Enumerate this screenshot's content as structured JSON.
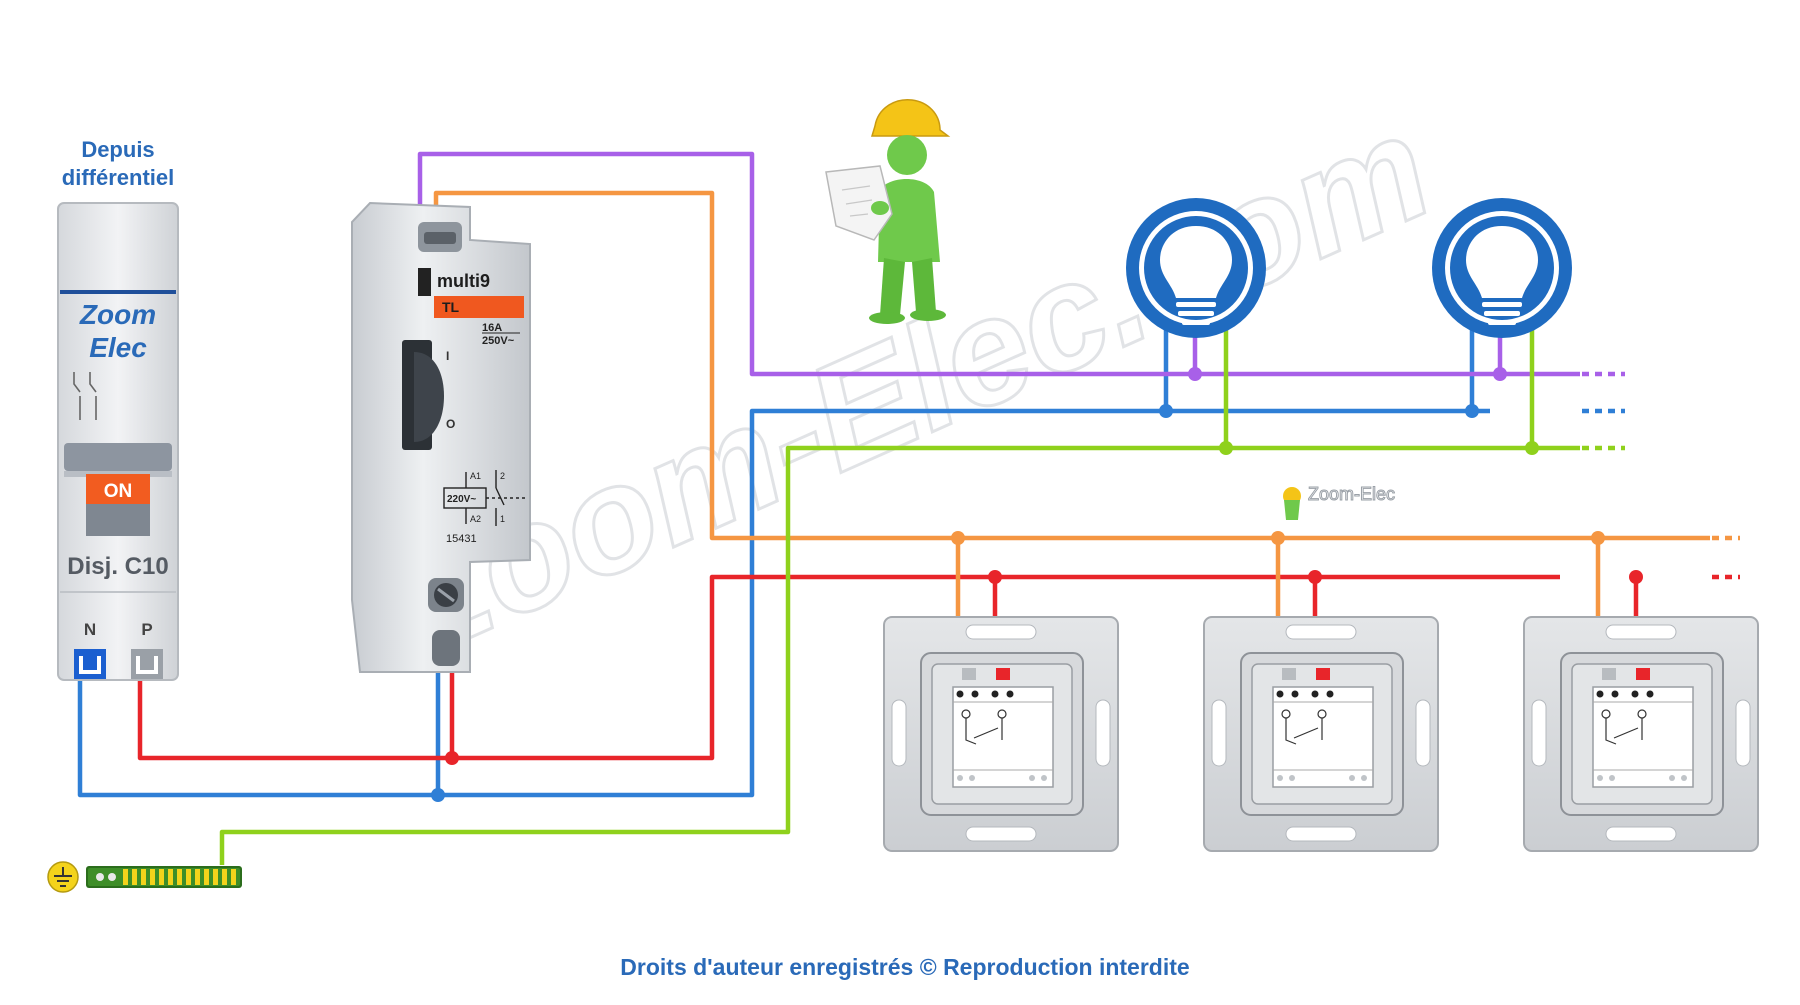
{
  "source": {
    "line1": "Depuis",
    "line2": "différentiel"
  },
  "breaker": {
    "brand_line1": "Zoom",
    "brand_line2": "Elec",
    "state": "ON",
    "rating": "Disj. C10",
    "terminal_n": "N",
    "terminal_p": "P"
  },
  "relay": {
    "brand": "multi9",
    "model": "TL",
    "current": "16A",
    "voltage": "250V~",
    "pos_on": "I",
    "pos_off": "O",
    "coil": "220V~",
    "a1": "A1",
    "a2": "A2",
    "c1": "1",
    "c2": "2",
    "reference": "15431"
  },
  "watermark": {
    "text": "Zoom-Elec.com",
    "logo": "Zoom-Elec"
  },
  "footer": "Droits d'auteur enregistrés © Reproduction interdite",
  "colors": {
    "neutral": "#2f7fd6",
    "phase": "#e8252a",
    "control": "#a860e8",
    "pushbutton": "#f59642",
    "earth": "#8fd11c",
    "lamp": "#1f6bc0",
    "title_text": "#2a6ab8"
  },
  "components": {
    "lamps": 2,
    "push_buttons": 3
  }
}
